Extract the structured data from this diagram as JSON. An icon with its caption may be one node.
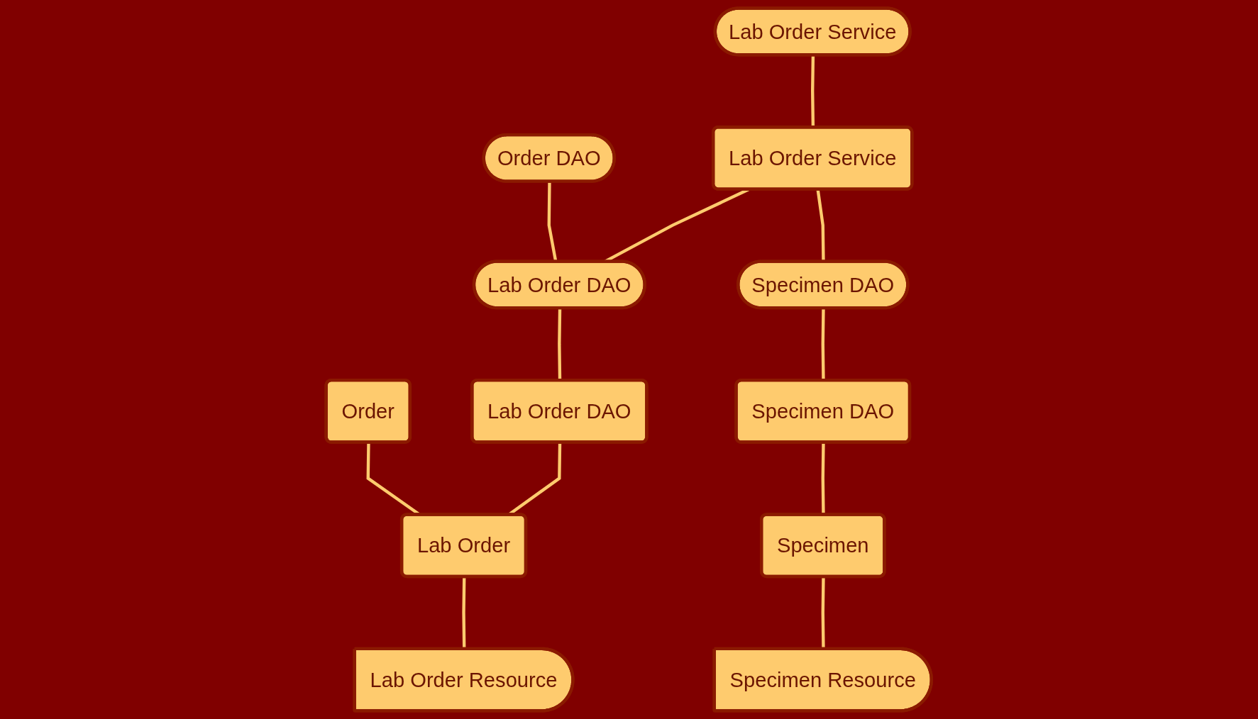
{
  "diagram": {
    "nodes": [
      {
        "text": [
          "Lab Order Service"
        ]
      },
      {
        "text": [
          "Lab Order Service"
        ]
      },
      {
        "text": [
          "Order DAO"
        ]
      },
      {
        "text": [
          "Lab Order DAO"
        ]
      },
      {
        "text": [
          "Lab Order DAO"
        ]
      },
      {
        "text": [
          "Specimen DAO"
        ]
      },
      {
        "text": [
          "Specimen DAO"
        ]
      },
      {
        "text": [
          "Order"
        ]
      },
      {
        "text": [
          "Lab Order"
        ]
      },
      {
        "text": [
          "Specimen"
        ]
      },
      {
        "text": [
          "Lab Order Resource"
        ]
      },
      {
        "text": [
          "Specimen Resource"
        ]
      }
    ],
    "edges": [
      {
        "from": 0,
        "to": 1,
        "arrow": "none"
      },
      {
        "from": 1,
        "to": 3,
        "arrow": "none"
      },
      {
        "from": 1,
        "to": 5,
        "arrow": "none"
      },
      {
        "from": 2,
        "to": 3,
        "arrow": "none"
      },
      {
        "from": 3,
        "to": 4,
        "arrow": "none"
      },
      {
        "from": 5,
        "to": 6,
        "arrow": "none"
      },
      {
        "from": 4,
        "to": 8,
        "arrow": "none"
      },
      {
        "from": 6,
        "to": 9,
        "arrow": "none"
      },
      {
        "from": 7,
        "to": 8,
        "arrow": "none"
      },
      {
        "from": 8,
        "to": 10,
        "arrow": "none"
      },
      {
        "from": 9,
        "to": 11,
        "arrow": "none"
      }
    ]
  }
}
